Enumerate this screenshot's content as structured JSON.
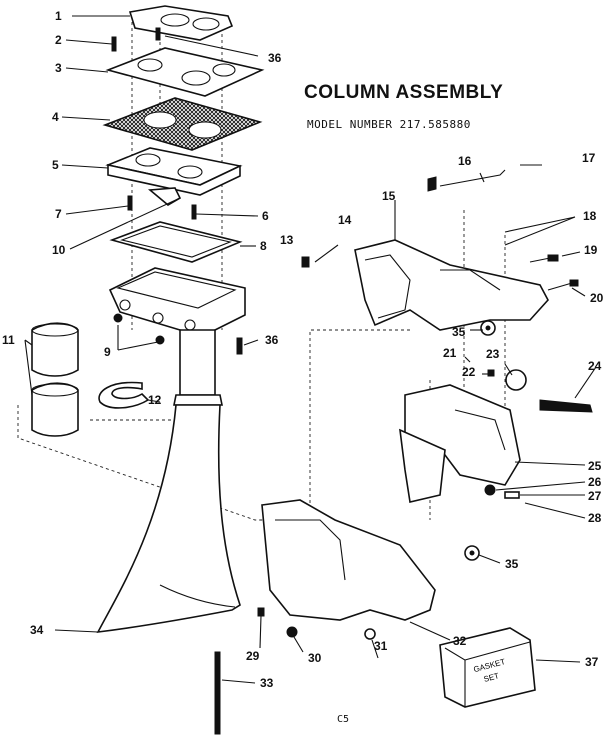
{
  "title": "COLUMN ASSEMBLY",
  "model": "MODEL NUMBER 217.585880",
  "page_code": "C5",
  "gasket_box_text": [
    "GASKET",
    "SET"
  ],
  "callouts": [
    "1",
    "2",
    "3",
    "4",
    "5",
    "6",
    "7",
    "8",
    "9",
    "10",
    "11",
    "12",
    "13",
    "14",
    "15",
    "16",
    "17",
    "18",
    "19",
    "20",
    "21",
    "22",
    "23",
    "24",
    "25",
    "26",
    "27",
    "28",
    "29",
    "30",
    "31",
    "32",
    "33",
    "34",
    "35",
    "36"
  ]
}
